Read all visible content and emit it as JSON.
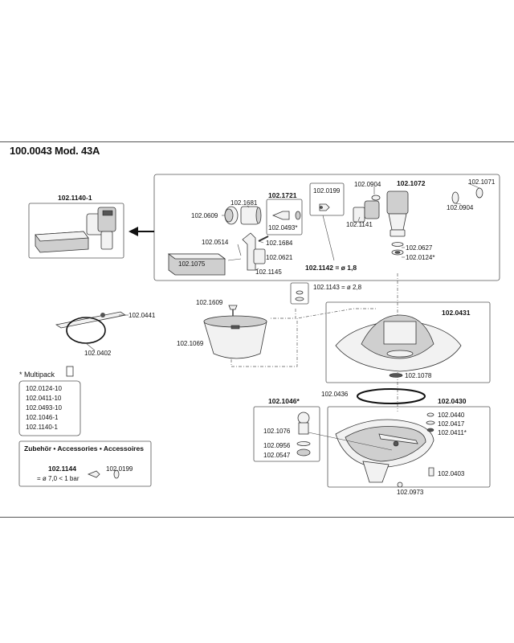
{
  "title": "100.0043 Mod. 43A",
  "labels": {
    "p1021140_1": "102.1140-1",
    "p1021681": "102.1681",
    "p1021721": "102.1721",
    "p1020199_top": "102.0199",
    "p1020904_a": "102.0904",
    "p1021072": "102.1072",
    "p1021071": "102.1071",
    "p1020609": "102.0609",
    "p1020493": "102.0493*",
    "p1021141": "102.1141",
    "p1020904_b": "102.0904",
    "p1020514": "102.0514",
    "p1021684": "102.1684",
    "p1020627": "102.0627",
    "p1021075": "102.1075",
    "p1020621": "102.0621",
    "p1020124": "102.0124*",
    "p1021145": "102.1145",
    "p1021142": "102.1142 = ø 1,8",
    "p1021143": "102.1143 = ø 2,8",
    "p1021609": "102.1609",
    "p1020441": "102.0441",
    "p1020431": "102.0431",
    "p1021069": "102.1069",
    "p1020402": "102.0402",
    "p1021078": "102.1078",
    "p1020436": "102.0436",
    "p1021046": "102.1046*",
    "p1020430": "102.0430",
    "p1020440": "102.0440",
    "p1021076": "102.1076",
    "p1020417": "102.0417",
    "p1020411": "102.0411*",
    "p1020956": "102.0956",
    "p1020547": "102.0547",
    "p1020403": "102.0403",
    "p1020973": "102.0973"
  },
  "multipack": {
    "heading": "* Multipack",
    "items": [
      "102.0124-10",
      "102.0411-10",
      "102.0493-10",
      "102.1046-1",
      "102.1140-1"
    ]
  },
  "accessories": {
    "heading": "Zubehör • Accessories • Accessoires",
    "part": "102.1144",
    "spec": "= ø 7,0 < 1 bar",
    "part2": "102.0199"
  }
}
